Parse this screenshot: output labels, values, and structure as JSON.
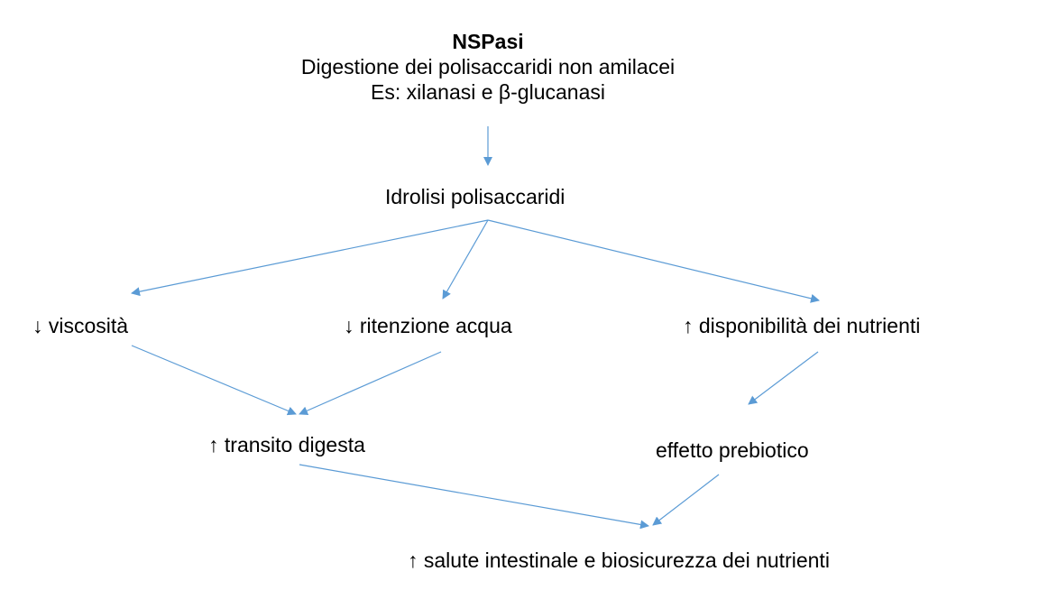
{
  "header": {
    "title": "NSPasi",
    "subtitle": "Digestione dei polisaccaridi non amilacei",
    "example": "Es: xilanasi e β-glucanasi"
  },
  "nodes": {
    "hydrolysis": "Idrolisi polisaccaridi",
    "viscosity": "↓ viscosità",
    "water_retention": "↓ ritenzione acqua",
    "nutrient_availability": "↑ disponibilità dei nutrienti",
    "digesta_transit": "↑ transito digesta",
    "prebiotic_effect": "effetto prebiotico",
    "gut_health": "↑ salute intestinale e biosicurezza dei nutrienti"
  },
  "colors": {
    "arrow": "#5b9bd5",
    "text": "#000000"
  },
  "edges": [
    {
      "from": "header",
      "to": "hydrolysis"
    },
    {
      "from": "hydrolysis",
      "to": "viscosity"
    },
    {
      "from": "hydrolysis",
      "to": "water_retention"
    },
    {
      "from": "hydrolysis",
      "to": "nutrient_availability"
    },
    {
      "from": "viscosity",
      "to": "digesta_transit"
    },
    {
      "from": "water_retention",
      "to": "digesta_transit"
    },
    {
      "from": "nutrient_availability",
      "to": "prebiotic_effect"
    },
    {
      "from": "digesta_transit",
      "to": "gut_health"
    },
    {
      "from": "prebiotic_effect",
      "to": "gut_health"
    }
  ]
}
